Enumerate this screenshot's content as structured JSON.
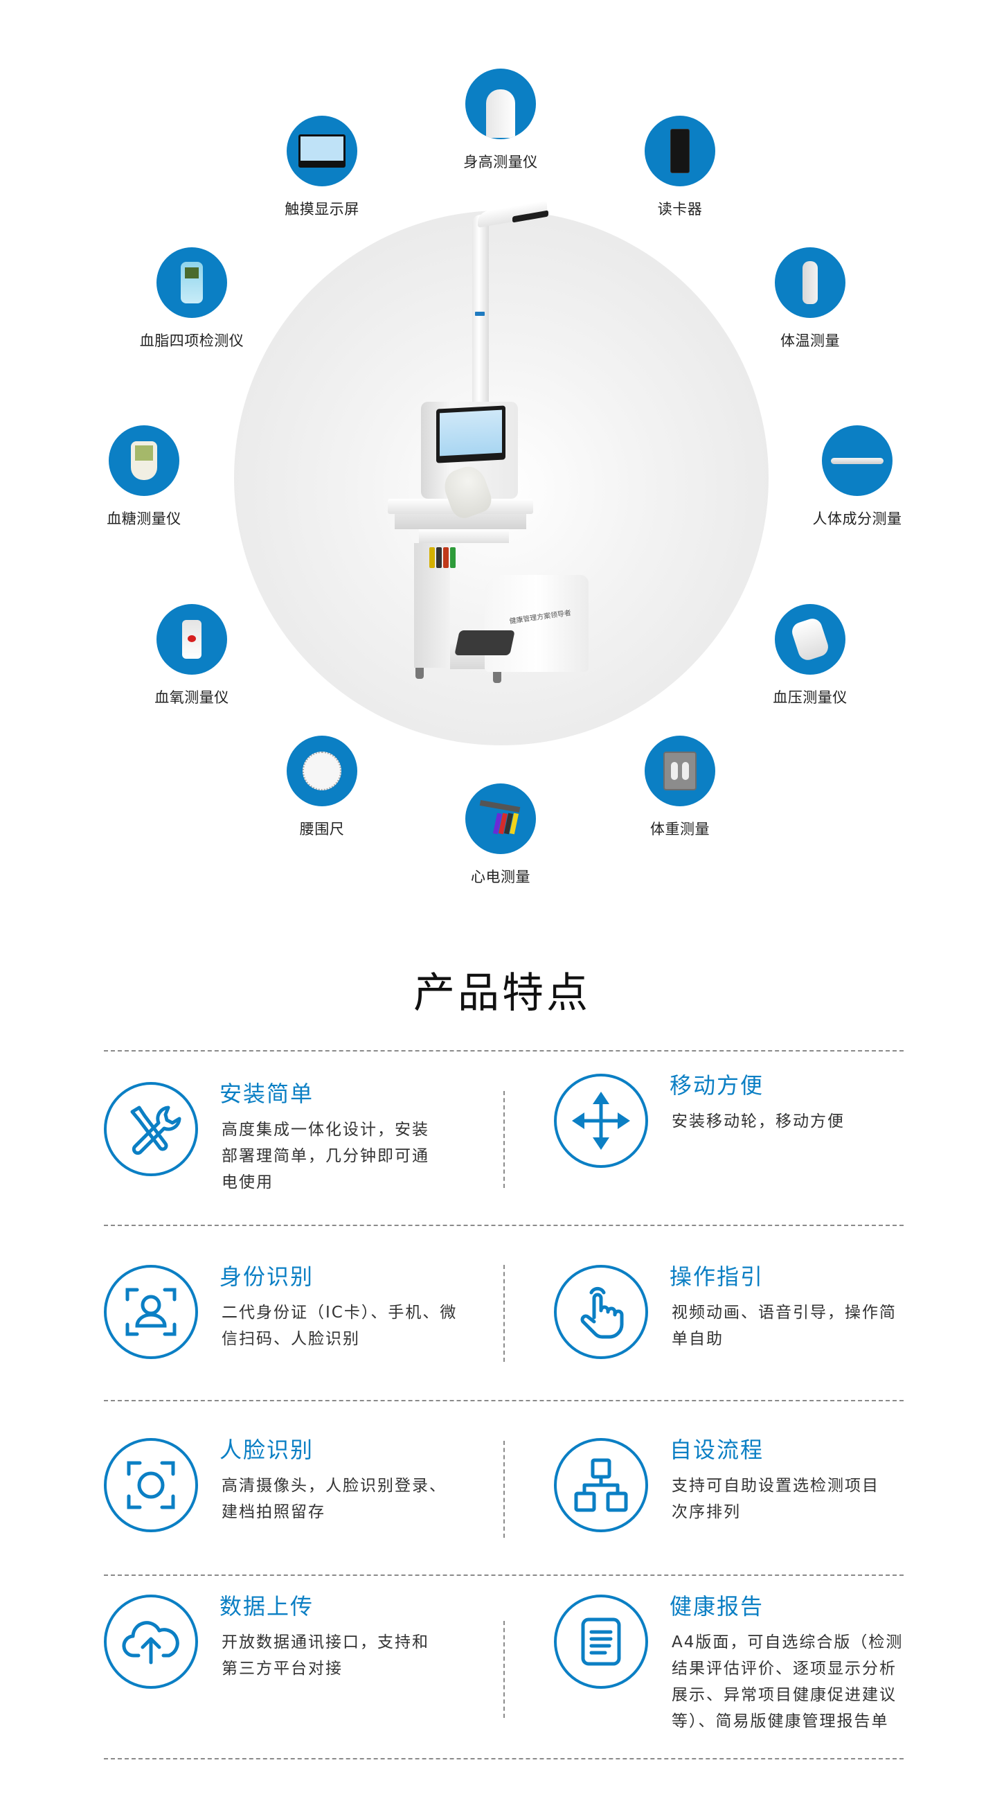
{
  "colors": {
    "accent": "#0b7fc4",
    "text": "#333333",
    "title": "#111111",
    "divider": "#8a8a8a"
  },
  "hero": {
    "device_brand_text": "健康管理方案领导者",
    "peripherals": [
      {
        "id": "height",
        "label": "身高测量仪",
        "icon": "height-sensor-icon"
      },
      {
        "id": "touch",
        "label": "触摸显示屏",
        "icon": "touch-screen-icon"
      },
      {
        "id": "card",
        "label": "读卡器",
        "icon": "card-reader-icon"
      },
      {
        "id": "lipid",
        "label": "血脂四项检测仪",
        "icon": "blood-lipid-meter-icon"
      },
      {
        "id": "temp",
        "label": "体温测量",
        "icon": "thermometer-icon"
      },
      {
        "id": "glucose",
        "label": "血糖测量仪",
        "icon": "glucose-meter-icon"
      },
      {
        "id": "composition",
        "label": "人体成分测量",
        "icon": "body-composition-handle-icon"
      },
      {
        "id": "oxygen",
        "label": "血氧测量仪",
        "icon": "pulse-oximeter-icon"
      },
      {
        "id": "pressure",
        "label": "血压测量仪",
        "icon": "blood-pressure-cuff-icon"
      },
      {
        "id": "waist",
        "label": "腰围尺",
        "icon": "tape-measure-icon"
      },
      {
        "id": "weight",
        "label": "体重测量",
        "icon": "weight-scale-icon"
      },
      {
        "id": "ecg",
        "label": "心电测量",
        "icon": "ecg-leads-icon"
      }
    ]
  },
  "features": {
    "title": "产品特点",
    "items": [
      {
        "title": "安装简单",
        "icon": "tools-icon",
        "lines": [
          "高度集成一体化设计，安装",
          "部署理简单，几分钟即可通",
          "电使用"
        ]
      },
      {
        "title": "移动方便",
        "icon": "move-arrows-icon",
        "lines": [
          "安装移动轮，移动方便"
        ]
      },
      {
        "title": "身份识别",
        "icon": "user-scan-icon",
        "lines": [
          "二代身份证（IC卡）、手机、微",
          "信扫码、人脸识别"
        ]
      },
      {
        "title": "操作指引",
        "icon": "hand-tap-icon",
        "lines": [
          "视频动画、语音引导，操作简",
          "单自助"
        ]
      },
      {
        "title": "人脸识别",
        "icon": "face-scan-icon",
        "lines": [
          "高清摄像头，人脸识别登录、",
          "建档拍照留存"
        ]
      },
      {
        "title": "自设流程",
        "icon": "flowchart-icon",
        "lines": [
          "支持可自助设置选检测项目",
          "次序排列"
        ]
      },
      {
        "title": "数据上传",
        "icon": "cloud-upload-icon",
        "lines": [
          "开放数据通讯接口，支持和",
          "第三方平台对接"
        ]
      },
      {
        "title": "健康报告",
        "icon": "report-document-icon",
        "lines": [
          "A4版面，可自选综合版（检测",
          "结果评估评价、逐项显示分析",
          "展示、异常项目健康促进建议",
          "等）、简易版健康管理报告单"
        ]
      }
    ]
  }
}
